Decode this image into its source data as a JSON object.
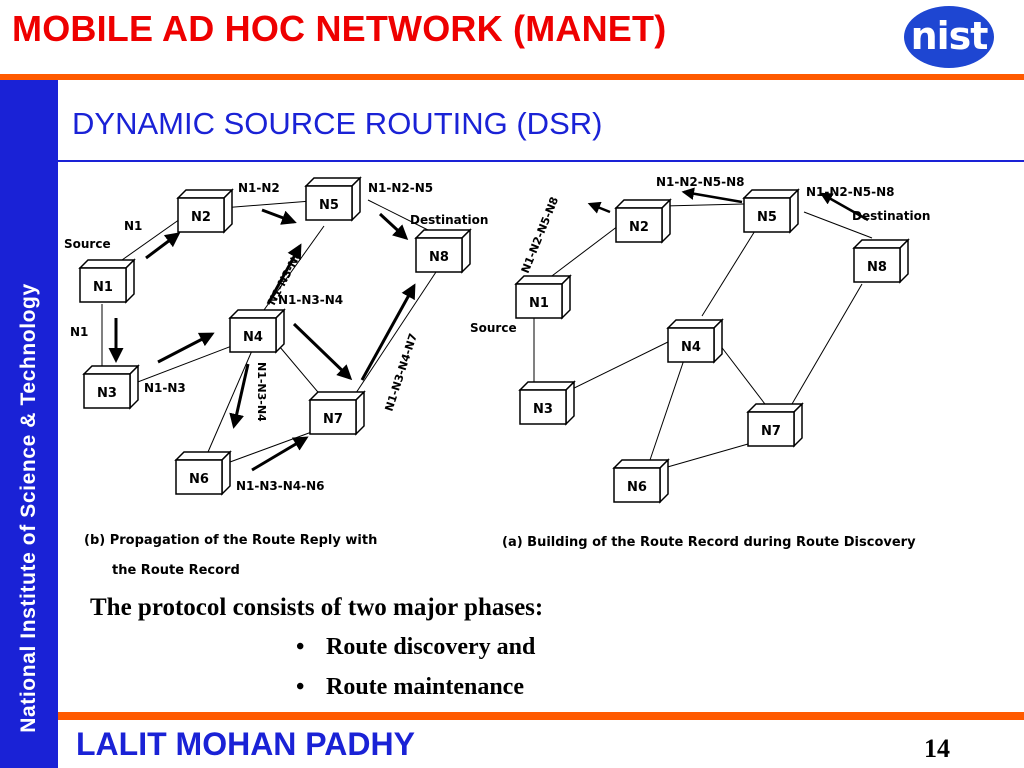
{
  "slide": {
    "title": "MOBILE AD HOC NETWORK (MANET)",
    "logo_text": "nist",
    "side_text": "National Institute of Science & Technology",
    "subtitle": "DYNAMIC SOURCE ROUTING (DSR)",
    "intro": "The protocol consists of two major phases:",
    "bullets": [
      "Route discovery and",
      "Route maintenance"
    ],
    "author": "LALIT MOHAN PADHY",
    "page_number": "14",
    "colors": {
      "title_red": "#ee0000",
      "accent_blue": "#1a22d6",
      "orange_bar": "#ff5a00"
    }
  },
  "diagram": {
    "left": {
      "caption_line1": "(b) Propagation of the Route Reply with",
      "caption_line2": "the Route Record",
      "source_label": "Source",
      "destination_label": "Destination",
      "nodes": {
        "n1": "N1",
        "n2": "N2",
        "n3": "N3",
        "n4": "N4",
        "n5": "N5",
        "n6": "N6",
        "n7": "N7",
        "n8": "N8"
      },
      "records": {
        "n1_n2": "N1",
        "n1_n3": "N1",
        "n2_n5": "N1-N2",
        "n5_n8": "N1-N2-N5",
        "n3_n4": "N1-N3",
        "n4_n5": "N1-N3-N4",
        "n4_n7": "N1-N3-N4",
        "n4_n6": "N1-N3-N4",
        "n6_n7": "N1-N3-N4-N6",
        "n7_n8": "N1-N3-N4-N7"
      }
    },
    "right": {
      "caption": "(a) Building of the Route Record during Route Discovery",
      "source_label": "Source",
      "destination_label": "Destination",
      "nodes": {
        "n1": "N1",
        "n2": "N2",
        "n3": "N3",
        "n4": "N4",
        "n5": "N5",
        "n6": "N6",
        "n7": "N7",
        "n8": "N8"
      },
      "records": {
        "n5_n2": "N1-N2-N5-N8",
        "n8_n5": "N1-N2-N5-N8",
        "n2_n1": "N1-N2-N5-N8"
      }
    }
  }
}
